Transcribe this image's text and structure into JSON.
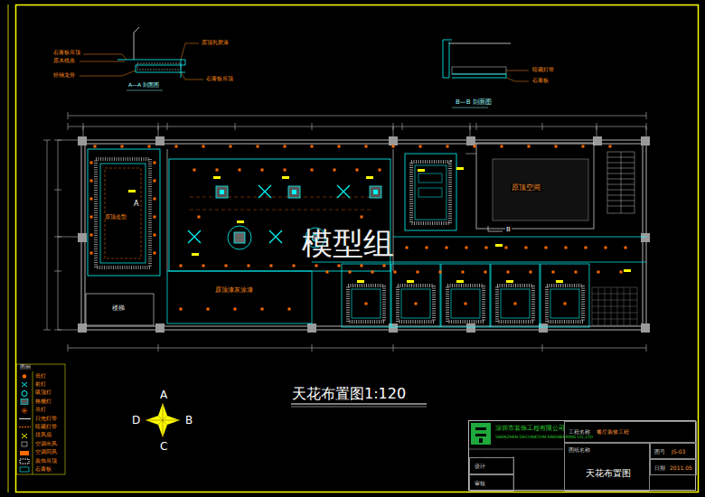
{
  "diagram": {
    "title": "天花布置图1:120",
    "nodes": [
      {
        "text": [
          "原顶造型"
        ]
      },
      {
        "text": [
          "原顶漆灰涂漆"
        ]
      },
      {
        "text": [
          "原顶空间"
        ]
      },
      {
        "text": [
          "楼梯"
        ]
      },
      {
        "text": [
          "深圳市装饰工程有限公司",
          "SHENZHEN DECORATION ENGINEERING CO.,LTD"
        ]
      },
      {
        "text": [
          "工程名称",
          "餐厅装修工程"
        ],
        "in": 4
      },
      {
        "text": [
          "图纸名称",
          "天花布置图"
        ],
        "in": 4
      },
      {
        "text": [
          "设计"
        ],
        "in": 4
      },
      {
        "text": [
          "审核"
        ],
        "in": 4
      },
      {
        "text": [
          "图号",
          "JS-03"
        ],
        "in": 4
      },
      {
        "text": [
          "日期",
          "2011.05"
        ],
        "in": 4
      }
    ],
    "labels": [
      "模型组",
      "A—A 剖面图",
      "B—B 剖面图",
      "石膏板吊顶",
      "原木线条",
      "轻钢龙骨",
      "原顶乳胶漆",
      "石膏板吊顶",
      "暗藏灯带",
      "石膏板",
      "A",
      "B",
      "A",
      "B",
      "C",
      "D",
      "图例"
    ],
    "legend": [
      {
        "text": "筒灯"
      },
      {
        "text": "射灯"
      },
      {
        "text": "吸顶灯"
      },
      {
        "text": "格栅灯"
      },
      {
        "text": "吊灯"
      },
      {
        "text": "日光灯带"
      },
      {
        "text": "暗藏灯带"
      },
      {
        "text": "排风扇"
      },
      {
        "text": "空调出风"
      },
      {
        "text": "空调回风"
      },
      {
        "text": "装饰吊顶"
      },
      {
        "text": "石膏板"
      }
    ]
  }
}
